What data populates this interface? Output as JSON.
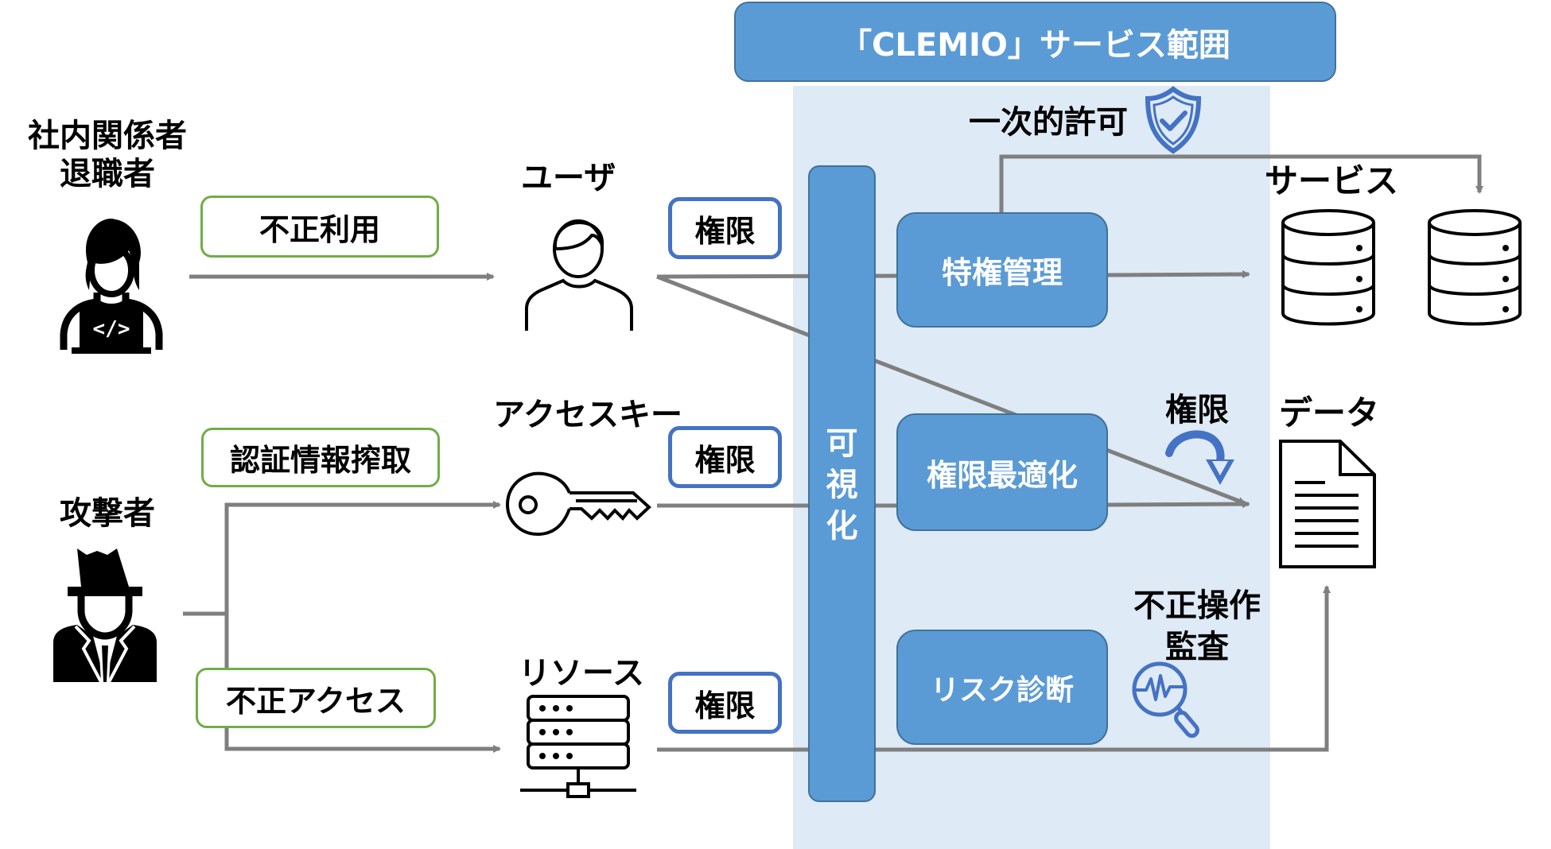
{
  "header": {
    "title": "「CLEMIO」サービス範囲"
  },
  "actors": {
    "insider": {
      "label_line1": "社内関係者",
      "label_line2": "退職者",
      "icon": "developer-laptop-icon"
    },
    "attacker": {
      "label": "攻撃者",
      "icon": "spy-hat-icon"
    }
  },
  "threats": {
    "misuse": "不正利用",
    "credential_theft": "認証情報搾取",
    "unauthorized_access": "不正アクセス"
  },
  "targets": {
    "user": {
      "label": "ユーザ",
      "icon": "user-icon",
      "permission": "権限"
    },
    "access_key": {
      "label": "アクセスキー",
      "icon": "key-icon",
      "permission": "権限"
    },
    "resource": {
      "label": "リソース",
      "icon": "server-network-icon",
      "permission": "権限"
    }
  },
  "service_scope": {
    "visualization": [
      "可",
      "視",
      "化"
    ],
    "functions": {
      "privilege_management": "特権管理",
      "permission_optimization": "権限最適化",
      "risk_assessment": "リスク診断"
    },
    "temporary_permission": {
      "label": "一次的許可",
      "icon": "shield-check-icon"
    },
    "permission_note": {
      "label": "権限",
      "icon": "curved-arrow-down-icon"
    },
    "audit": {
      "label_line1": "不正操作",
      "label_line2": "監査",
      "icon": "magnifier-pulse-icon"
    }
  },
  "destinations": {
    "services": {
      "label": "サービス",
      "icon": "database-icon"
    },
    "data": {
      "label": "データ",
      "icon": "document-icon"
    }
  },
  "colors": {
    "accent_blue": "#5B9BD5",
    "accent_blue_border": "#41719C",
    "panel_bg": "#DEEAF6",
    "threat_green": "#70AD47",
    "permission_blue": "#4472C4",
    "arrow_gray": "#7F7F7F"
  }
}
